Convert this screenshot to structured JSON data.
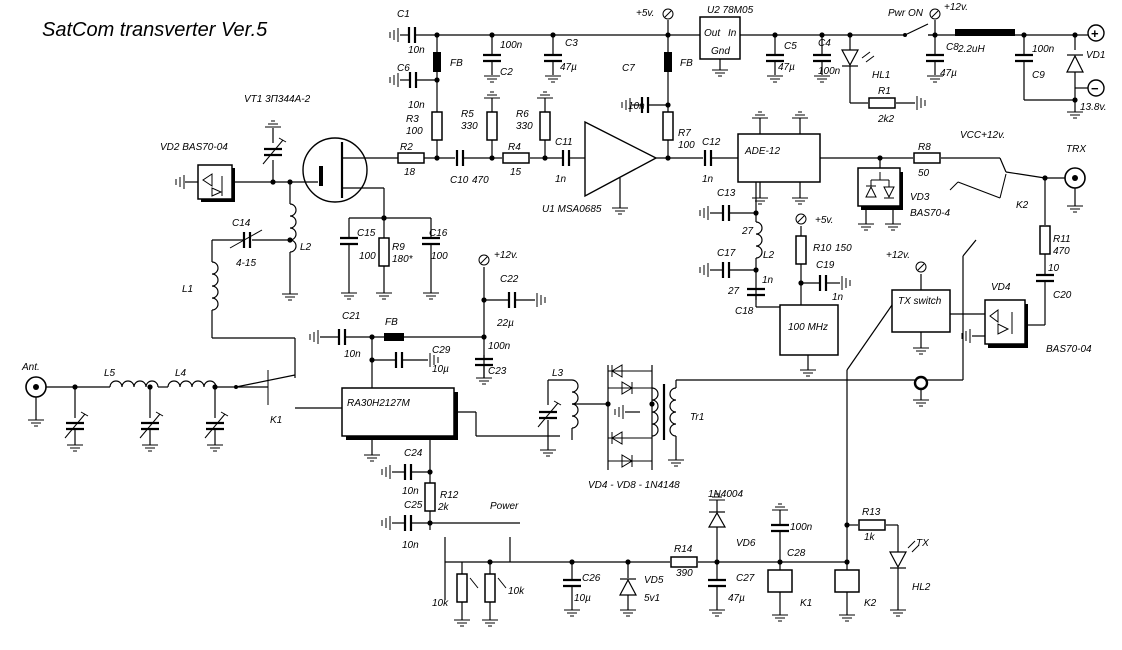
{
  "title": "SatCom transverter Ver.5",
  "labels": {
    "C1": "C1",
    "C1v": "10n",
    "C6": "C6",
    "C6v": "10n",
    "FB1": "FB",
    "C2v": "100n",
    "C2": "C2",
    "C3": "C3",
    "C3v": "47µ",
    "C7": "C7",
    "C7v": "10n",
    "FB2": "FB",
    "p5v_top": "+5v.",
    "U2": "U2 78M05",
    "U2_out": "Out",
    "U2_in": "In",
    "U2_gnd": "Gnd",
    "C5": "C5",
    "C5v": "47µ",
    "C4": "C4",
    "C4v": "100n",
    "pwr_on": "Pwr ON",
    "p12v_top": "+12v.",
    "C8": "C8",
    "C8v": "47µ",
    "L_22": "2.2uH",
    "C9v": "100n",
    "C9": "C9",
    "VD1": "VD1",
    "v138": "13.8v.",
    "HL1": "HL1",
    "R1": "R1",
    "R1v": "2k2",
    "VT1": "VT1 3П344A-2",
    "R3": "R3",
    "R3v": "100",
    "R5": "R5",
    "R5v": "330",
    "R6": "R6",
    "R6v": "330",
    "R7": "R7",
    "R7v": "100",
    "VD2": "VD2 BAS70-04",
    "R2": "R2",
    "R2v": "18",
    "C10": "C10",
    "C10v": "470",
    "R4": "R4",
    "R4v": "15",
    "C11": "C11",
    "C11v": "1n",
    "U1": "U1 MSA0685",
    "C12": "C12",
    "C12v": "1n",
    "ADE": "ADE-12",
    "R8": "R8",
    "R8v": "50",
    "vcc12": "VCC+12v.",
    "TRX": "TRX",
    "VD3": "VD3",
    "VD3v": "BAS70-4",
    "K2top": "K2",
    "C14": "C14",
    "C14v": "4-15",
    "L2a": "L2",
    "C15": "C15",
    "C15v": "100",
    "R9": "R9",
    "R9v": "180*",
    "C16": "C16",
    "C16v": "100",
    "C13": "C13",
    "C13v": "27",
    "p5v_mid": "+5v.",
    "R10": "R10",
    "R10v": "150",
    "L2b": "L2",
    "C17": "C17",
    "C17v": "27",
    "C19": "C19",
    "C19v": "1n",
    "C18v": "1n",
    "C18": "C18",
    "osc": "100 MHz",
    "p12v_a": "+12v.",
    "C22": "C22",
    "C22v": "22µ",
    "p12v_b": "+12v.",
    "txsw": "TX switch",
    "R11": "R11",
    "R11v": "470",
    "C20v": "10",
    "C20": "C20",
    "VD4top": "VD4",
    "VD4bot": "BAS70-04",
    "L1": "L1",
    "C21": "C21",
    "C21v": "10n",
    "FB3": "FB",
    "C29": "C29",
    "C29v": "10µ",
    "C23v": "100n",
    "C23": "C23",
    "ant": "Ant.",
    "L5": "L5",
    "L4": "L4",
    "RA": "RA30H2127M",
    "L3": "L3",
    "Tr1": "Tr1",
    "K1": "K1",
    "diodes": "VD4 - VD8 - 1N4148",
    "C24": "C24",
    "C24v": "10n",
    "R12": "R12",
    "R12v": "2k",
    "C25": "C25",
    "C25v": "10n",
    "power": "Power",
    "1N4004": "1N4004",
    "VD6": "VD6",
    "C28v": "100n",
    "C28": "C28",
    "R13": "R13",
    "R13v": "1k",
    "TX": "TX",
    "HL2": "HL2",
    "R14": "R14",
    "R14v": "390",
    "C26": "C26",
    "C26v": "10µ",
    "VD5": "VD5",
    "VD5v": "5v1",
    "C27": "C27",
    "C27v": "47µ",
    "K1b": "K1",
    "K2b": "K2",
    "pot1": "10k",
    "pot2": "10k",
    "plus": "+",
    "minus": "−"
  }
}
